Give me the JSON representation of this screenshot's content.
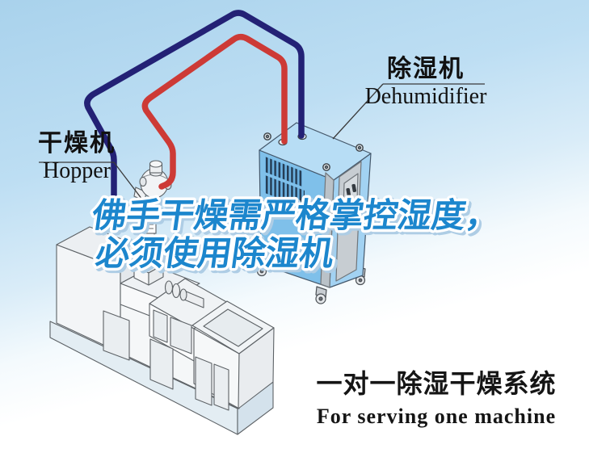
{
  "equipment_labels": {
    "dehumidifier": {
      "zh": "除湿机",
      "en": "Dehumidifier"
    },
    "hopper": {
      "zh": "干燥机",
      "en": "Hopper"
    }
  },
  "headline": {
    "line1": "佛手干燥需严格掌控湿度，",
    "line2": "必须使用除湿机",
    "color": "#1b86cd",
    "outline_color": "#ffffff",
    "shadow_color": "#aecde5"
  },
  "caption": {
    "zh": "一对一除湿干燥系统",
    "en": "For serving one machine"
  },
  "diagram": {
    "pipes": [
      {
        "name": "supply-pipe",
        "color": "#cd3a36"
      },
      {
        "name": "return-pipe",
        "color": "#232175"
      }
    ],
    "dehumidifier_body_color": "#7fc0ea",
    "machine_base_color": "#e3edf3",
    "background_top_color": "#a9d2ec",
    "background_bottom_color": "#ffffff"
  }
}
